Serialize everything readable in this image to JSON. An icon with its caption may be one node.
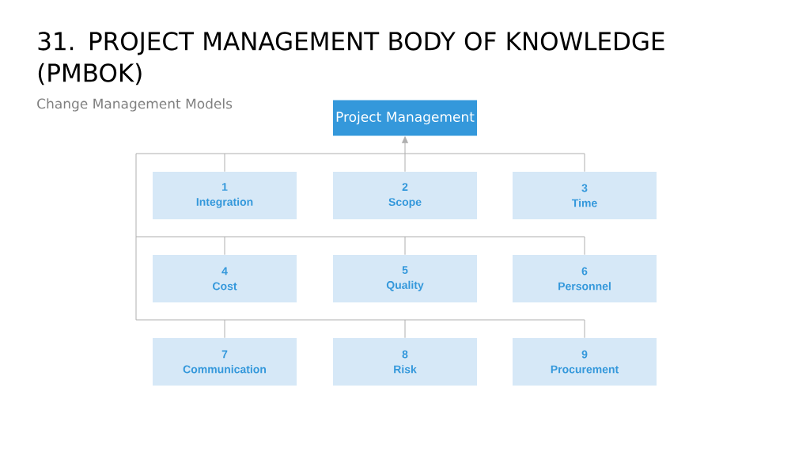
{
  "diagram": {
    "title": "31. PROJECT MANAGEMENT BODY OF KNOWLEDGE (PMBOK)",
    "caption": "Change Management Models",
    "nodes": [
      {
        "text": [
          "Project Management"
        ]
      },
      {
        "text": [
          "1",
          "Integration"
        ]
      },
      {
        "text": [
          "2",
          "Scope"
        ]
      },
      {
        "text": [
          "3",
          "Time"
        ]
      },
      {
        "text": [
          "4",
          "Cost"
        ]
      },
      {
        "text": [
          "5",
          "Quality"
        ]
      },
      {
        "text": [
          "6",
          "Personnel"
        ]
      },
      {
        "text": [
          "7",
          "Communication"
        ]
      },
      {
        "text": [
          "8",
          "Risk"
        ]
      },
      {
        "text": [
          "9",
          "Procurement"
        ]
      }
    ],
    "edges": [
      {
        "from": 1,
        "to": 0,
        "arrow": "to"
      },
      {
        "from": 2,
        "to": 0,
        "arrow": "to"
      },
      {
        "from": 3,
        "to": 0,
        "arrow": "to"
      },
      {
        "from": 4,
        "to": 0,
        "arrow": "to"
      },
      {
        "from": 5,
        "to": 0,
        "arrow": "to"
      },
      {
        "from": 6,
        "to": 0,
        "arrow": "to"
      },
      {
        "from": 7,
        "to": 0,
        "arrow": "to"
      },
      {
        "from": 8,
        "to": 0,
        "arrow": "to"
      },
      {
        "from": 9,
        "to": 0,
        "arrow": "to"
      }
    ]
  }
}
